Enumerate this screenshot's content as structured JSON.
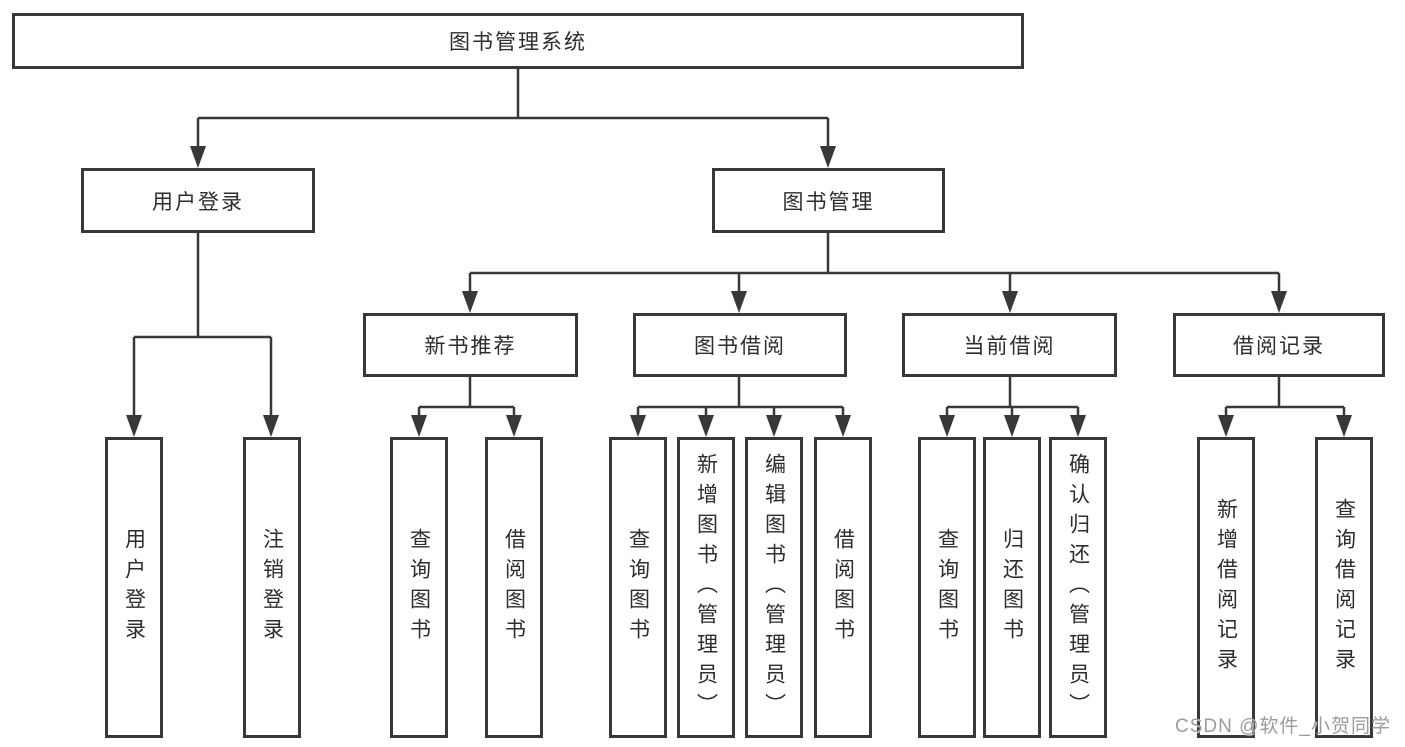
{
  "diagram_title": "图书管理系统",
  "tree": {
    "root": {
      "label": "图书管理系统"
    },
    "branches": [
      {
        "label": "用户登录",
        "children": [
          {
            "label": "用户登录"
          },
          {
            "label": "注销登录"
          }
        ]
      },
      {
        "label": "图书管理",
        "children": [
          {
            "label": "新书推荐",
            "children": [
              {
                "label": "查询图书"
              },
              {
                "label": "借阅图书"
              }
            ]
          },
          {
            "label": "图书借阅",
            "children": [
              {
                "label": "查询图书"
              },
              {
                "label": "新增图书（管理员）"
              },
              {
                "label": "编辑图书（管理员）"
              },
              {
                "label": "借阅图书"
              }
            ]
          },
          {
            "label": "当前借阅",
            "children": [
              {
                "label": "查询图书"
              },
              {
                "label": "归还图书"
              },
              {
                "label": "确认归还（管理员）"
              }
            ]
          },
          {
            "label": "借阅记录",
            "children": [
              {
                "label": "新增借阅记录"
              },
              {
                "label": "查询借阅记录"
              }
            ]
          }
        ]
      }
    ]
  },
  "watermark": "CSDN @软件_小贺同学",
  "colors": {
    "line": "#383838",
    "box_border": "#383838",
    "box_background": "#ffffff",
    "text": "#2d2d2d",
    "watermark": "#9c9c9c",
    "page_background": "#ffffff"
  }
}
